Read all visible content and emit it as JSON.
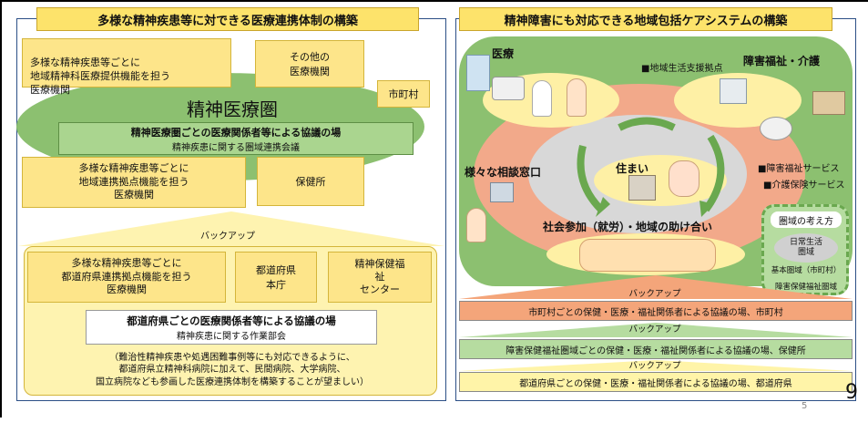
{
  "left": {
    "title": "多様な精神疾患等に対できる医療連携体制の構築",
    "box_diverse_regional": "多様な精神疾患等ごとに\n地域精神科医療提供機能を担う\n医療機関",
    "box_other": "その他の\n医療機関",
    "box_municipality": "市町村",
    "area_label": "精神医療圏",
    "council_title": "精神医療圏ごとの医療関係者等による協議の場",
    "council_sub": "精神疾患に関する圏域連携会議",
    "box_diverse_hub": "多様な精神疾患等ごとに\n地域連携拠点機能を担う\n医療機関",
    "box_health_center": "保健所",
    "backup_label": "バックアップ",
    "box_pref_hub": "多様な精神疾患等ごとに\n都道府県連携拠点機能を担う\n医療機関",
    "box_pref_office": "都道府県\n本庁",
    "box_mental_center": "精神保健福\n祉\nセンター",
    "pref_council_title": "都道府県ごとの医療関係者等による協議の場",
    "pref_council_sub": "精神疾患に関する作業部会",
    "note": "（難治性精神疾患や処遇困難事例等にも対応できるように、\n都道府県立精神科病院に加えて、民間病院、大学病院、\n国立病院なども参画した医療連携体制を構築することが望ましい）"
  },
  "right": {
    "title": "精神障害にも対応できる地域包括ケアシステムの構築",
    "medical": "医療",
    "welfare_care": "障害福祉・介護",
    "life_support": "■地域生活支援拠点",
    "consultation": "様々な相談窓口",
    "housing": "住まい",
    "service_welfare": "■障害福祉サービス",
    "service_care": "■介護保険サービス",
    "social": "社会参加（就労）・地域の助け合い",
    "area_concept_title": "圏域の考え方",
    "area_daily": "日常生活\n圏域",
    "area_basic": "基本圏域（市町村）",
    "area_welfare": "障害保健福祉圏域",
    "backup1": "バックアップ",
    "bar_municipal": "市町村ごとの保健・医療・福祉関係者による協議の場、市町村",
    "backup2": "バックアップ",
    "bar_area": "障害保健福祉圏域ごとの保健・医療・福祉関係者による協議の場、保健所",
    "backup3": "バックアップ",
    "bar_pref": "都道府県ごとの保健・医療・福祉関係者による協議の場、都道府県"
  },
  "page_number_small": "5",
  "page_number_large": "9",
  "colors": {
    "yellow": "#fde58a",
    "green_area": "#8cc070",
    "salmon_ring": "#f2a98a",
    "gray_inner": "#d8d8d8",
    "panel_border": "#2c4f86",
    "bar_orange": "#f4a57a",
    "bar_green": "#b6dca0",
    "bar_yellow": "#fff4a8"
  }
}
